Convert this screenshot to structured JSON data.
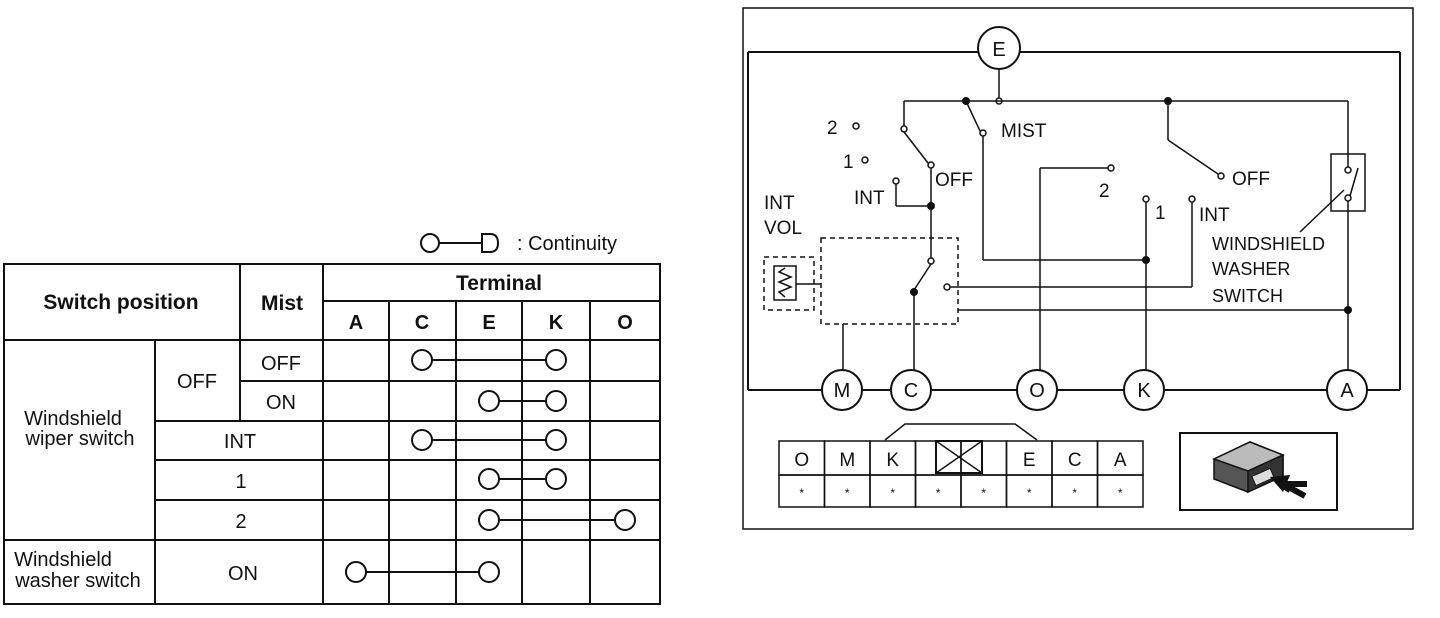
{
  "legend": {
    "label": ": Continuity"
  },
  "table": {
    "header_switch_position": "Switch position",
    "header_mist": "Mist",
    "header_terminal": "Terminal",
    "terminals": [
      "A",
      "C",
      "E",
      "K",
      "O"
    ],
    "group_wiper": "Windshield wiper switch",
    "group_washer": "Windshield washer switch",
    "rows": [
      {
        "position": "OFF",
        "mist": "OFF",
        "from": "C",
        "to": "K"
      },
      {
        "position": "OFF",
        "mist": "ON",
        "from": "E",
        "to": "K"
      },
      {
        "position": "INT",
        "mist": "",
        "from": "C",
        "to": "K"
      },
      {
        "position": "1",
        "mist": "",
        "from": "E",
        "to": "K"
      },
      {
        "position": "2",
        "mist": "",
        "from": "E",
        "to": "O"
      },
      {
        "position": "ON",
        "mist": "",
        "from": "A",
        "to": "E"
      }
    ]
  },
  "schematic": {
    "top_terminal": "E",
    "bottom_terminals": [
      "M",
      "C",
      "O",
      "K",
      "A"
    ],
    "labels": {
      "pos2": "2",
      "pos1": "1",
      "int_left": "INT",
      "off_left": "OFF",
      "mist": "MIST",
      "off_right": "OFF",
      "two": "2",
      "one": "1",
      "int_right": "INT",
      "int_vol_1": "INT",
      "int_vol_2": "VOL",
      "washer_1": "WINDSHIELD",
      "washer_2": "WASHER",
      "washer_3": "SWITCH"
    }
  },
  "connector": {
    "top_row": [
      "O",
      "M",
      "K",
      "",
      "",
      "E",
      "C",
      "A"
    ],
    "bottom_row": [
      "*",
      "*",
      "*",
      "*",
      "*",
      "*",
      "*",
      "*"
    ]
  }
}
